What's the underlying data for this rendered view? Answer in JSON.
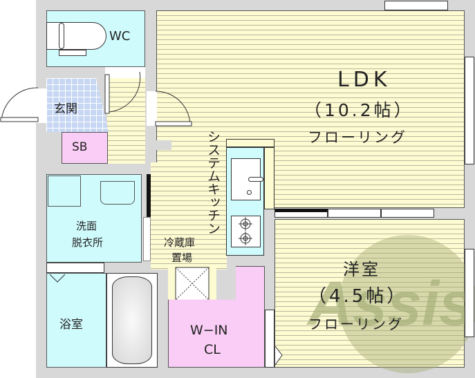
{
  "floorplan": {
    "rooms": {
      "wc": {
        "label": "WC"
      },
      "entrance": {
        "label": "玄関"
      },
      "shoe_box": {
        "label": "SB"
      },
      "ldk": {
        "label": "LDK",
        "size": "（10.2帖）",
        "floor": "フローリング"
      },
      "kitchen": {
        "label": "システムキッチン"
      },
      "washroom": {
        "line1": "洗面",
        "line2": "脱衣所"
      },
      "fridge": {
        "line1": "冷蔵庫",
        "line2": "置場"
      },
      "bathroom": {
        "label": "浴室"
      },
      "walk_in_closet": {
        "line1": "W−IN",
        "line2": "CL"
      },
      "western_room": {
        "label": "洋室",
        "size": "（4.5帖）",
        "floor": "フローリング"
      }
    },
    "watermark": {
      "text": "Assist"
    },
    "colors": {
      "wall": "#d8d8d8",
      "flooring": "#fdfbd2",
      "wet_area": "#cffbfd",
      "entrance_tile": "#c6d6f3",
      "storage": "#f9cdf5",
      "watermark": "#a8b07a"
    }
  }
}
